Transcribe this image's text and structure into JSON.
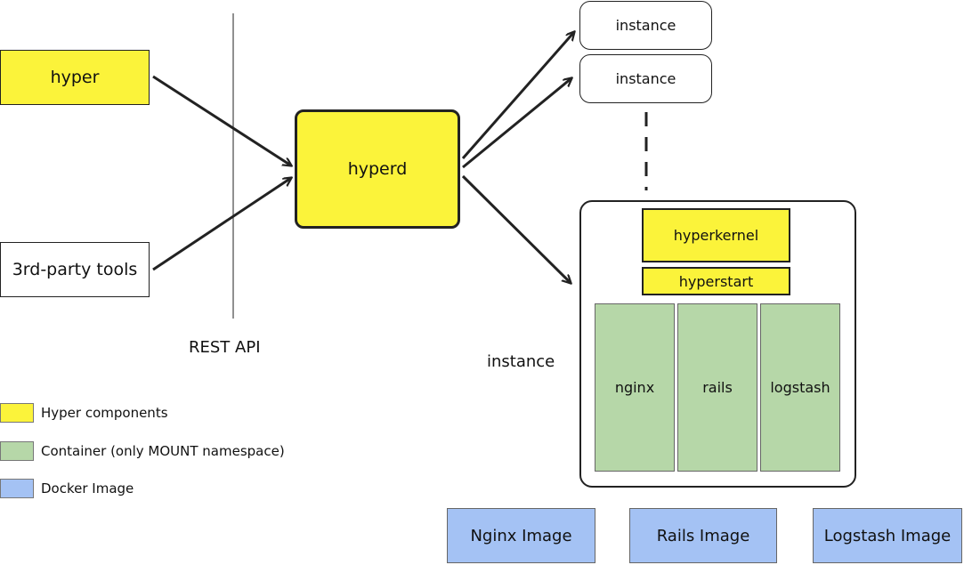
{
  "colors": {
    "hyper_yellow": "#fbf33a",
    "container_green": "#b6d7a8",
    "image_blue": "#a4c2f4",
    "stroke": "#222222",
    "white": "#ffffff"
  },
  "clients": {
    "hyper": "hyper",
    "third_party": "3rd-party tools"
  },
  "api_label": "REST API",
  "daemon": "hyperd",
  "instances": {
    "top_1": "instance",
    "top_2": "instance",
    "expanded_label": "instance"
  },
  "instance_internals": {
    "kernel": "hyperkernel",
    "start": "hyperstart",
    "containers": [
      "nginx",
      "rails",
      "logstash"
    ]
  },
  "images": [
    "Nginx Image",
    "Rails Image",
    "Logstash Image"
  ],
  "legend": [
    {
      "label": "Hyper components",
      "color": "#fbf33a"
    },
    {
      "label": "Container (only MOUNT namespace)",
      "color": "#b6d7a8"
    },
    {
      "label": "Docker Image",
      "color": "#a4c2f4"
    }
  ]
}
